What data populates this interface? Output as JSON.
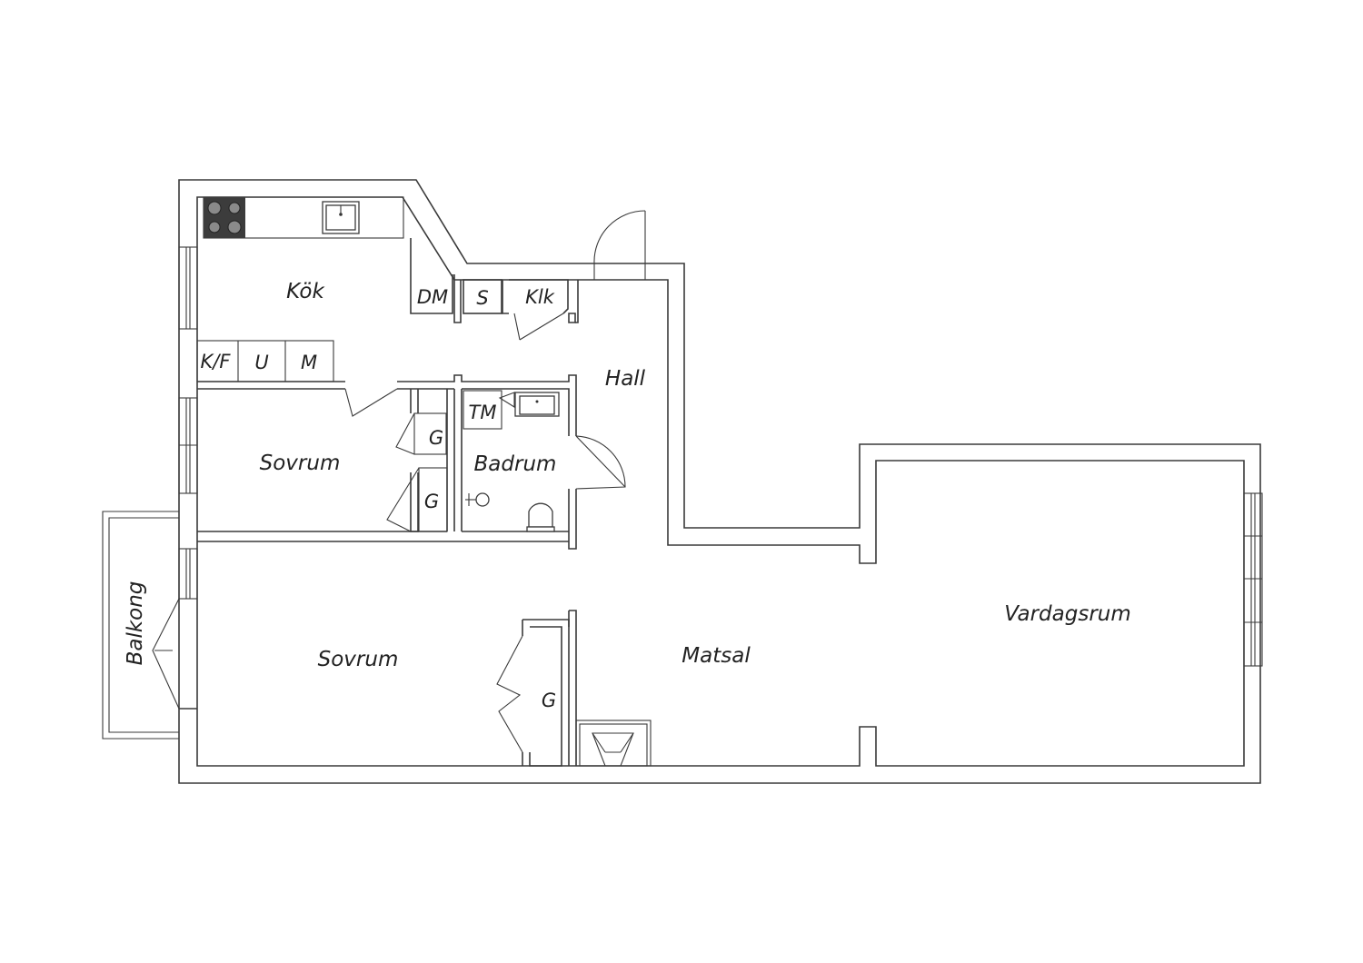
{
  "rooms": {
    "kitchen": "Kök",
    "hall": "Hall",
    "bedroom_upper": "Sovrum",
    "bathroom": "Badrum",
    "bedroom_lower": "Sovrum",
    "dining": "Matsal",
    "living": "Vardagsrum",
    "balcony": "Balkong"
  },
  "fixtures": {
    "dishwasher": "DM",
    "storage": "S",
    "coat_closet": "Klk",
    "fridge_freezer": "K/F",
    "oven": "U",
    "microwave": "M",
    "washing_machine": "TM",
    "wardrobe_1": "G",
    "wardrobe_2": "G",
    "wardrobe_3": "G"
  },
  "colors": {
    "line": "#3a3a3a",
    "background": "#ffffff",
    "stove": "#3c3c3c"
  }
}
